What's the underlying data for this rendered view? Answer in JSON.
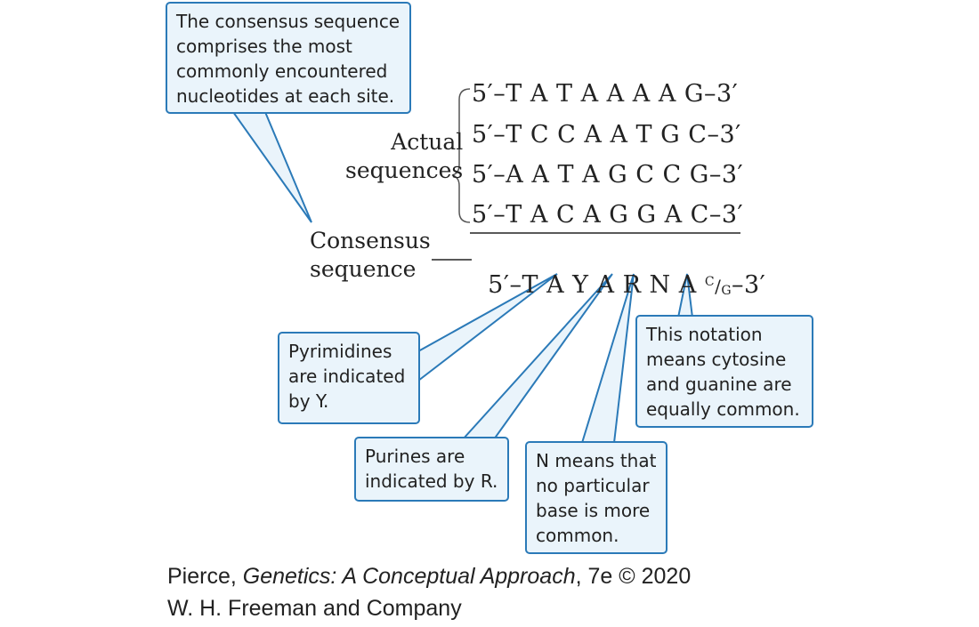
{
  "callouts": {
    "consensus_def": [
      "The consensus sequence",
      "comprises the most",
      "commonly encountered",
      "nucleotides at each site."
    ],
    "pyrimidines": [
      "Pyrimidines",
      "are indicated",
      "by Y."
    ],
    "purines": [
      "Purines are",
      "indicated by R."
    ],
    "n_means": [
      "N means that",
      "no particular",
      "base is more",
      "common."
    ],
    "notation": [
      "This notation",
      "means cytosine",
      "and guanine are",
      "equally common."
    ]
  },
  "labels": {
    "actual": [
      "Actual",
      "sequences"
    ],
    "consensus": [
      "Consensus",
      "sequence"
    ]
  },
  "sequences": [
    "5′–T A T A A A A G–3′",
    "5′–T C C A A T G C–3′",
    "5′–A A T A G C C G–3′",
    "5′–T A C A G G A C–3′"
  ],
  "consensus_seq": {
    "main": "5′–T A Y A R N A ",
    "sup": "C",
    "slash": "/",
    "sub": "G",
    "end": "–3′"
  },
  "credit": {
    "line1_prefix": "Pierce, ",
    "line1_title": "Genetics: A Conceptual Approach",
    "line1_suffix": ", 7e © 2020",
    "line2": "W. H. Freeman and Company"
  },
  "colors": {
    "callout_border": "#2b7ab8",
    "callout_fill": "#eaf4fb",
    "text": "#222222"
  }
}
